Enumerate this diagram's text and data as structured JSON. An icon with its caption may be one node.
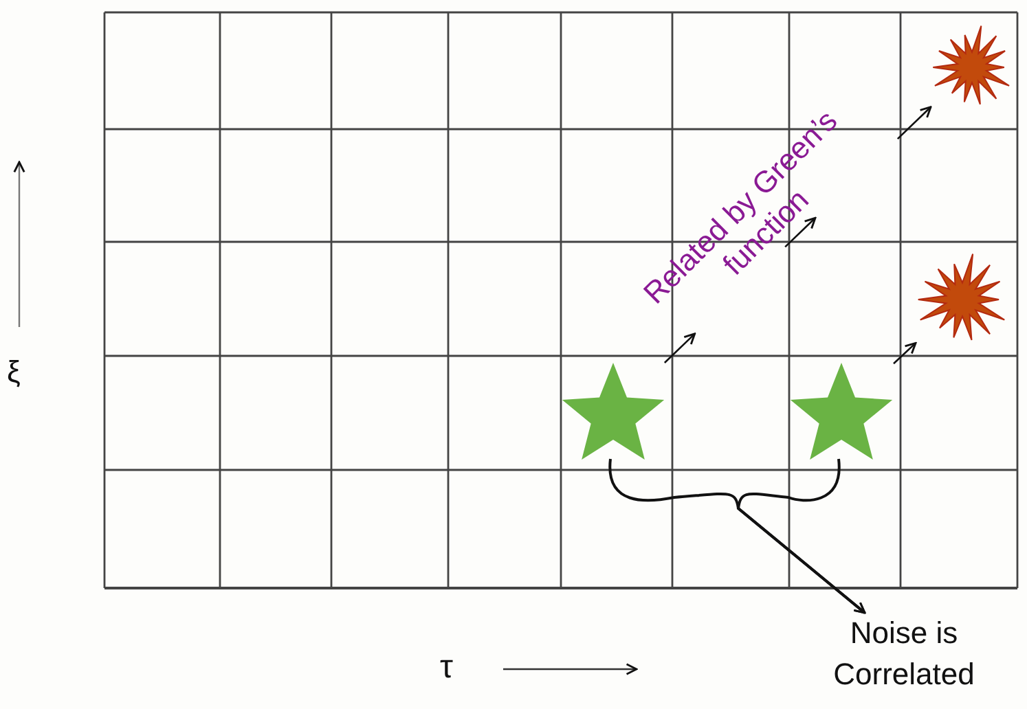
{
  "diagram": {
    "nodes": [
      {
        "text": [],
        "shape": "burst"
      },
      {
        "text": [],
        "shape": "burst"
      },
      {
        "text": [],
        "shape": "star"
      },
      {
        "text": [],
        "shape": "star"
      },
      {
        "text": [
          "Noise is Correlated"
        ]
      }
    ],
    "edges": [
      {
        "from": 2,
        "to": 0,
        "arrow": "to",
        "style": "dashed"
      },
      {
        "from": 3,
        "to": 1,
        "arrow": "to"
      },
      {
        "from": 2,
        "to": 4,
        "arrow": "to"
      },
      {
        "from": 3,
        "to": 4,
        "arrow": "to"
      }
    ],
    "labels": [
      "Related by Green’s function",
      "ξ",
      "τ"
    ]
  }
}
